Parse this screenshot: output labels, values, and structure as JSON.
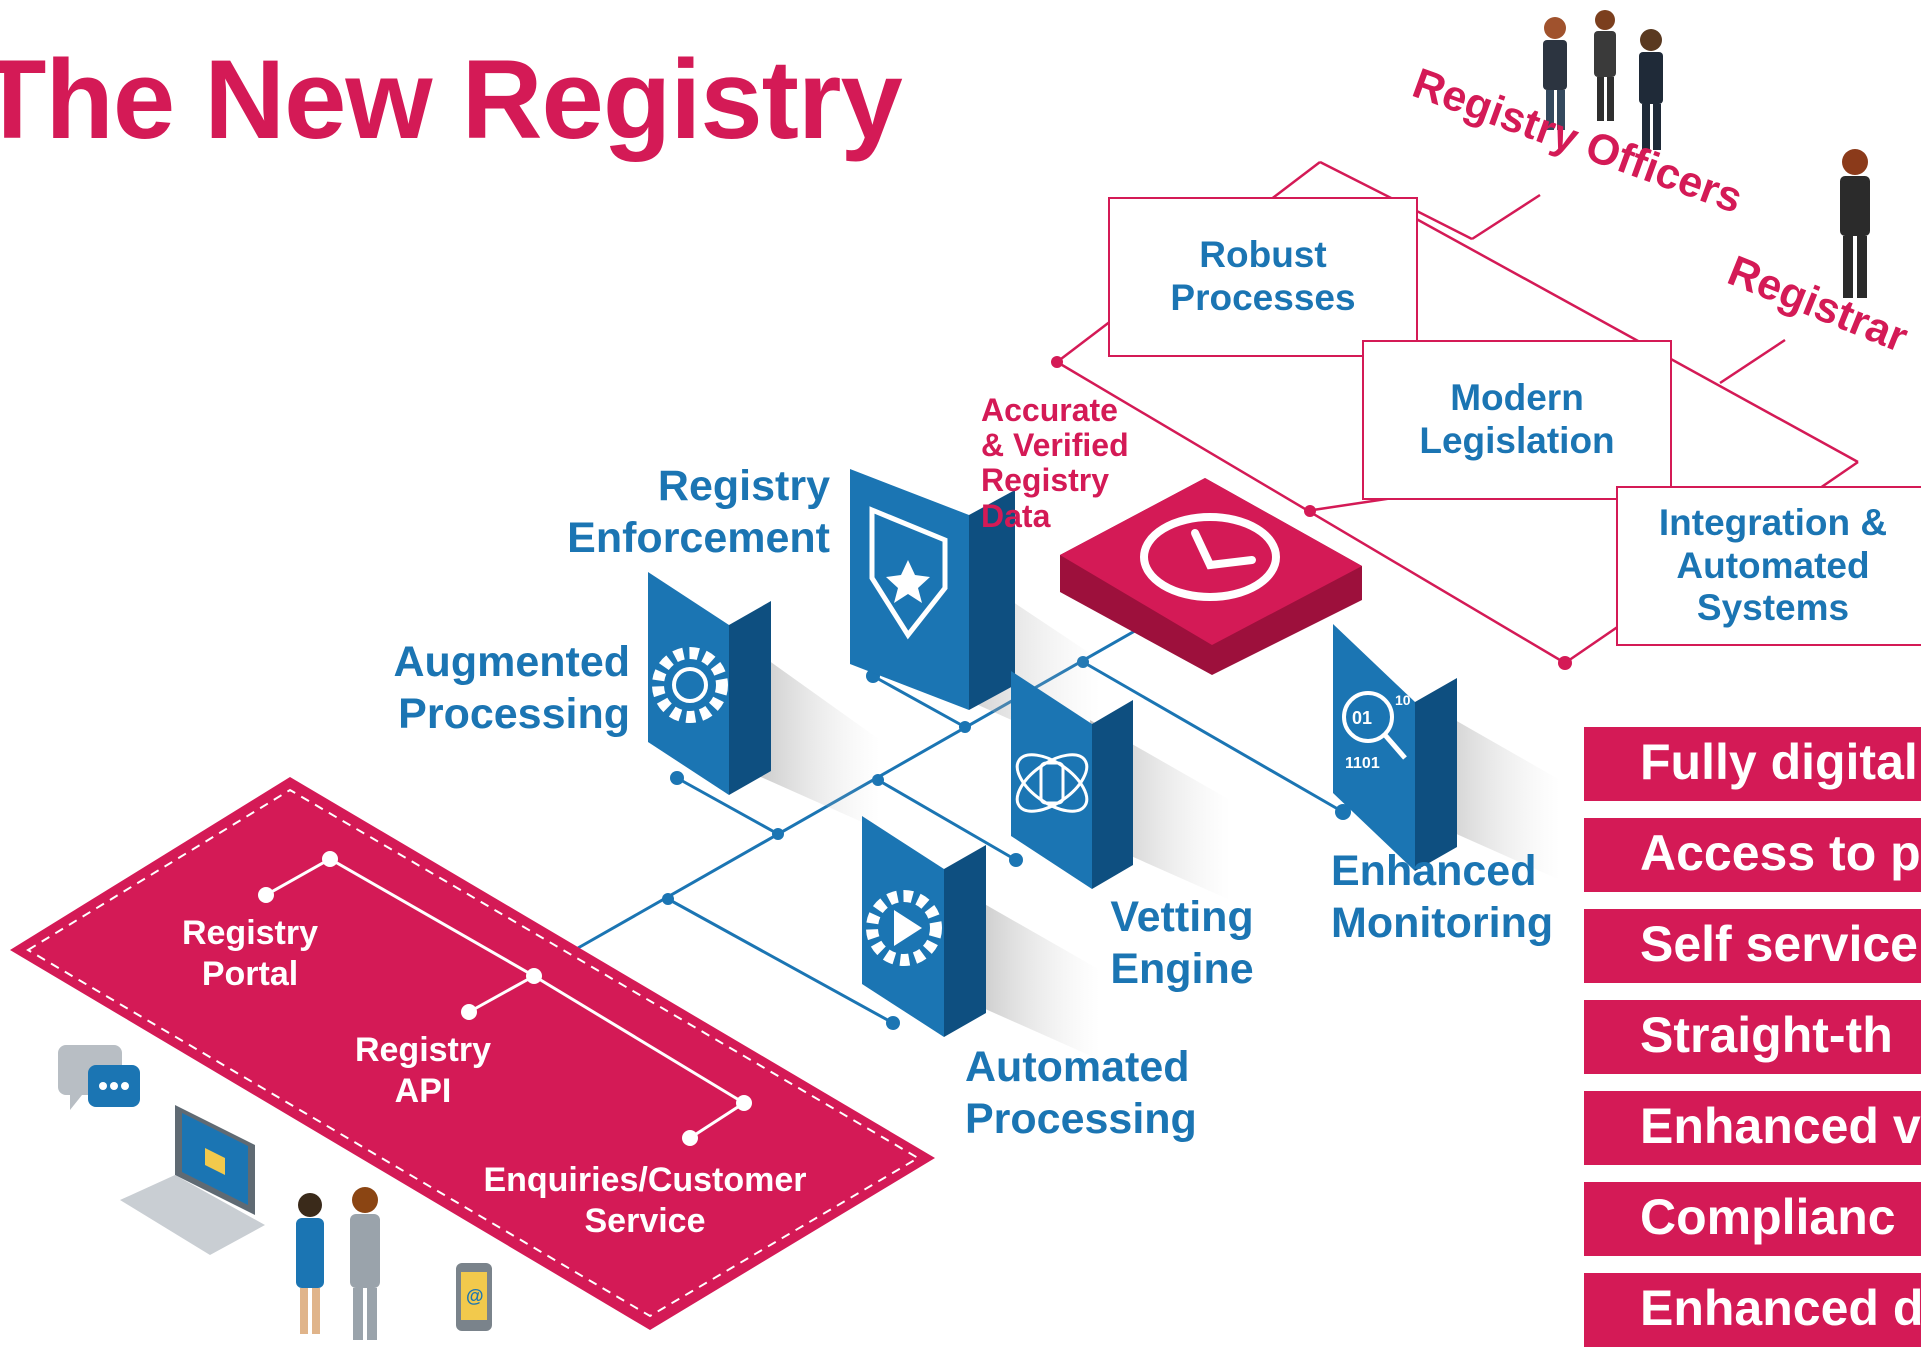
{
  "title": "The New Registry",
  "governance": {
    "officers_label": "Registry Officers",
    "registrar_label": "Registrar",
    "boxes": [
      "Robust Processes",
      "Modern Legislation",
      "Integration & Automated Systems"
    ]
  },
  "central_node": {
    "label_lines": [
      "Accurate",
      "& Verified",
      "Registry",
      "Data"
    ]
  },
  "components": {
    "registry_enforcement": [
      "Registry",
      "Enforcement"
    ],
    "augmented_processing": [
      "Augmented",
      "Processing"
    ],
    "vetting_engine": [
      "Vetting",
      "Engine"
    ],
    "enhanced_monitoring": [
      "Enhanced",
      "Monitoring"
    ],
    "automated_processing": [
      "Automated",
      "Processing"
    ]
  },
  "channels": {
    "portal": [
      "Registry",
      "Portal"
    ],
    "api": [
      "Registry",
      "API"
    ],
    "enquiries": [
      "Enquiries/Customer",
      "Service"
    ]
  },
  "icons": [
    "shield-star-icon",
    "gear-refresh-icon",
    "atom-database-icon",
    "binary-magnifier-icon",
    "gear-play-icon",
    "clock-icon",
    "chat-bubble-icon",
    "laptop-email-icon",
    "smartphone-at-icon"
  ],
  "benefits": [
    "Fully digital",
    "Access to pr",
    "Self service",
    "Straight-th",
    "Enhanced v",
    "Complianc",
    "Enhanced d"
  ],
  "colors": {
    "accent": "#d41a56",
    "blue": "#1b75b3",
    "dark_blue": "#0e4f80"
  }
}
